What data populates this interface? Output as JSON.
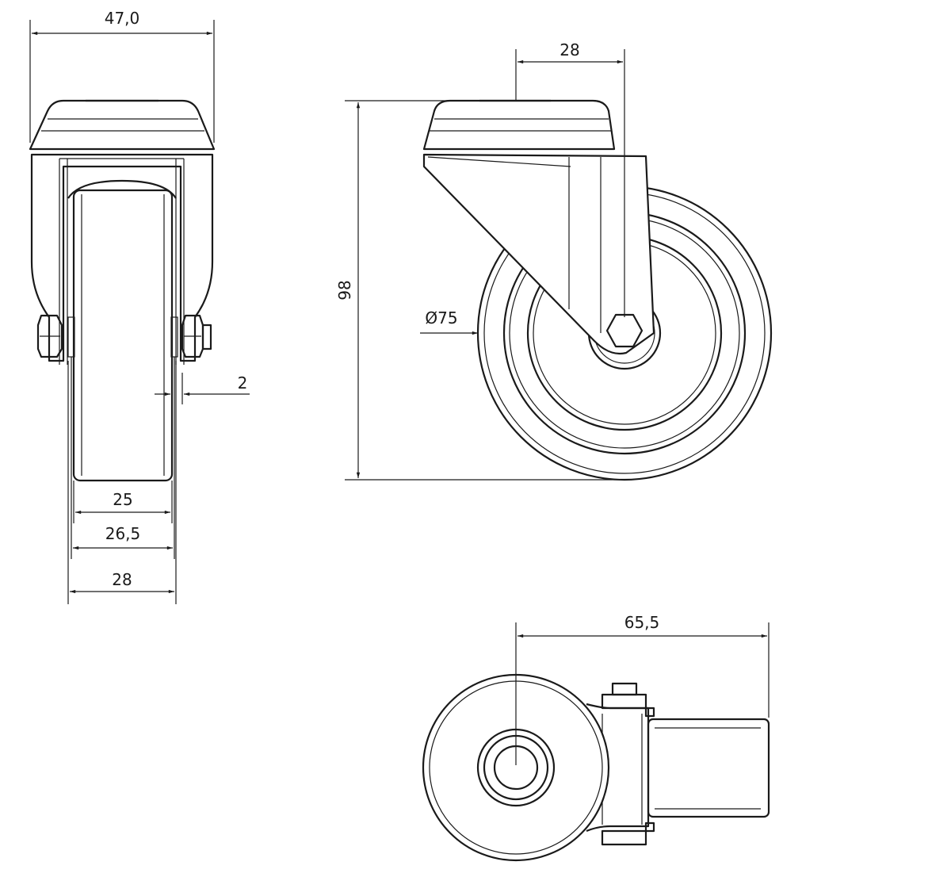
{
  "drawing": {
    "title": "Swivel castor technical drawing",
    "front_view": {
      "overall_width": "47,0",
      "tread_gap": "2",
      "wheel_width": "25",
      "hub_width": "26,5",
      "bracket_width": "28"
    },
    "side_view": {
      "offset": "28",
      "height": "98",
      "wheel_diameter": "Ø75"
    },
    "top_view": {
      "swivel_radius": "65,5"
    }
  }
}
